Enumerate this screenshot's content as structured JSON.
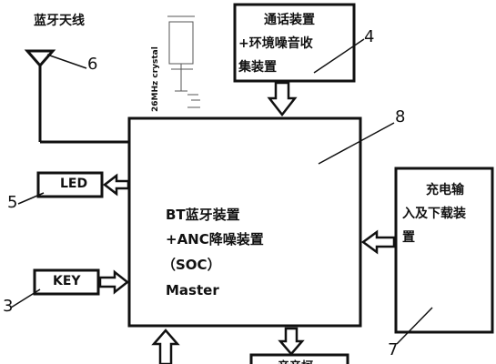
{
  "antenna_label": "蓝牙天线",
  "crystal_label": "26MHz crystal",
  "call_device": {
    "line1": "通话装置",
    "line2": "+环境噪音收",
    "line3": "集装置"
  },
  "soc": {
    "line1": "BT蓝牙装置",
    "line2": "+ANC降噪装置",
    "line3": "（SOC）",
    "line4": "Master"
  },
  "led_label": "LED",
  "key_label": "KEY",
  "charge_device": {
    "line1": "充电输",
    "line2": "入及下载装",
    "line3": "置"
  },
  "bottom_partial": "音音柯",
  "numbers": {
    "n3": "3",
    "n4": "4",
    "n5": "5",
    "n6": "6",
    "n7": "7",
    "n8": "8"
  }
}
